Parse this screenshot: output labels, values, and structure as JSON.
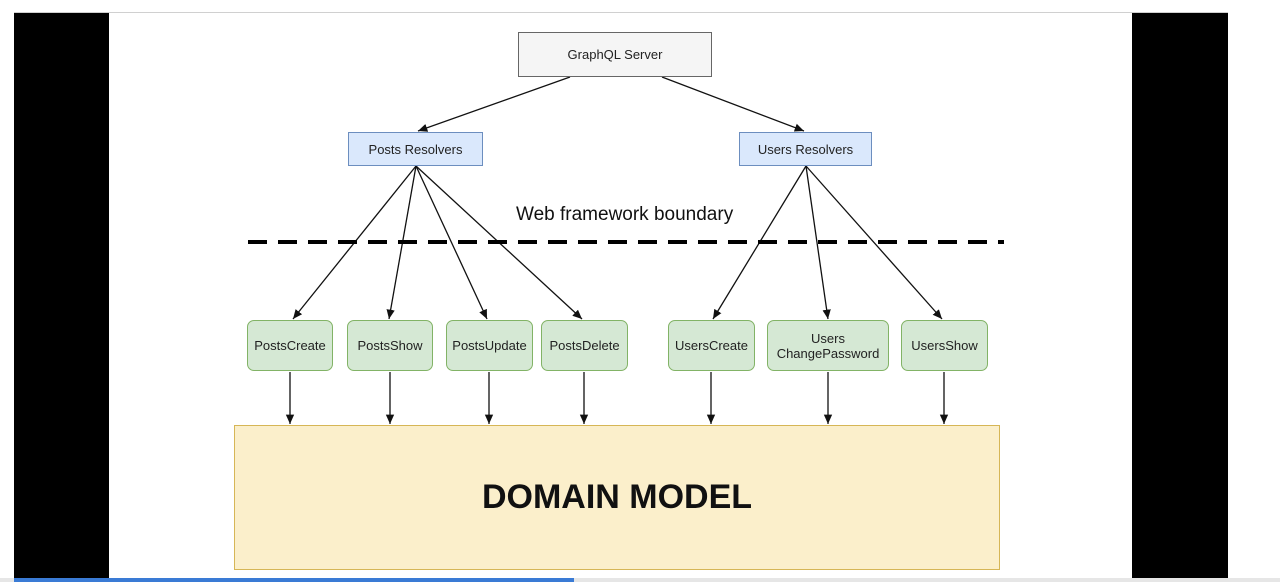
{
  "diagram": {
    "server_label": "GraphQL Server",
    "boundary_label": "Web framework boundary",
    "domain_label": "DOMAIN MODEL",
    "resolvers": {
      "posts": "Posts Resolvers",
      "users": "Users Resolvers"
    },
    "actions": {
      "posts_create": "PostsCreate",
      "posts_show": "PostsShow",
      "posts_update": "PostsUpdate",
      "posts_delete": "PostsDelete",
      "users_create": "UsersCreate",
      "users_change_password": "Users\nChangePassword",
      "users_show": "UsersShow"
    }
  },
  "colors": {
    "server_fill": "#f5f5f5",
    "resolver_fill": "#dae8fc",
    "action_fill": "#d5e8d4",
    "domain_fill": "#fbefcb"
  }
}
